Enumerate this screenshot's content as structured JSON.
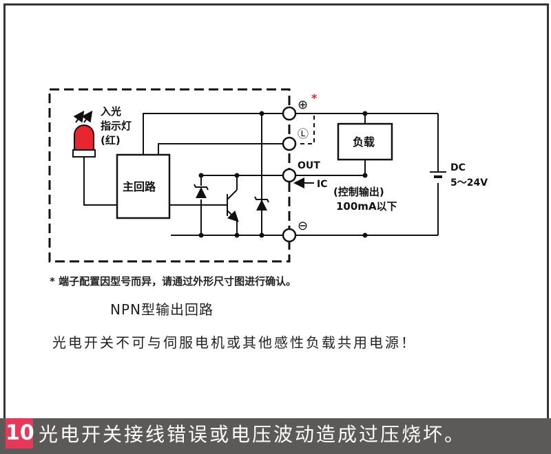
{
  "diagram": {
    "led_label": [
      "入光",
      "指示灯",
      "(红)"
    ],
    "main_circuit": "主回路",
    "load": "负载",
    "terminals": {
      "plus": "⊕",
      "plus_asterisk": "*",
      "light": "Ⓛ",
      "out": "OUT",
      "minus": "⊖"
    },
    "ic_label": "IC",
    "control_output": "(控制输出)",
    "current_limit": "100mA以下",
    "dc_label": "DC",
    "voltage_range": "5～24V",
    "colors": {
      "led": "#e8262f",
      "asterisk": "#e8262f"
    }
  },
  "note": "* 端子配置因型号而异，请通过外形尺寸图进行确认。",
  "subtitle": "NPN型输出回路",
  "warning": "光电开关不可与伺服电机或其他感性负载共用电源！",
  "banner": {
    "number": "10",
    "text": "光电开关接线错误或电压波动造成过压烧坏。"
  }
}
